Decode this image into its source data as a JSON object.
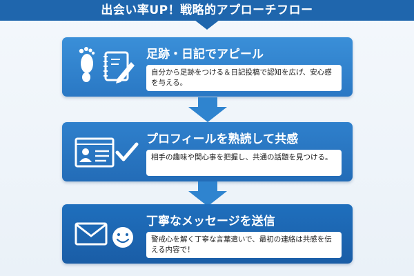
{
  "title": "出会い率UP！戦略的アプローチフロー",
  "steps": [
    {
      "title": "足跡・日記でアピール",
      "description": "自分から足跡をつける＆日記投稿で認知を広げ、安心感を与える。",
      "icons": [
        "footprint-icon",
        "diary-pencil-icon"
      ]
    },
    {
      "title": "プロフィールを熟読して共感",
      "description": "相手の趣味や関心事を把握し、共通の話題を見つける。",
      "icons": [
        "profile-card-icon",
        "checkmark-icon"
      ]
    },
    {
      "title": "丁寧なメッセージを送信",
      "description": "警戒心を解く丁寧な言葉遣いで、最初の連絡は共感を伝える内容で！",
      "icons": [
        "envelope-icon",
        "smiley-face-icon"
      ]
    }
  ],
  "colors": {
    "title_bar": "#1f66ad",
    "step1": "#2f84cf",
    "step2": "#2874c0",
    "step3": "#1d66b1",
    "arrow": "#2f84cf"
  }
}
